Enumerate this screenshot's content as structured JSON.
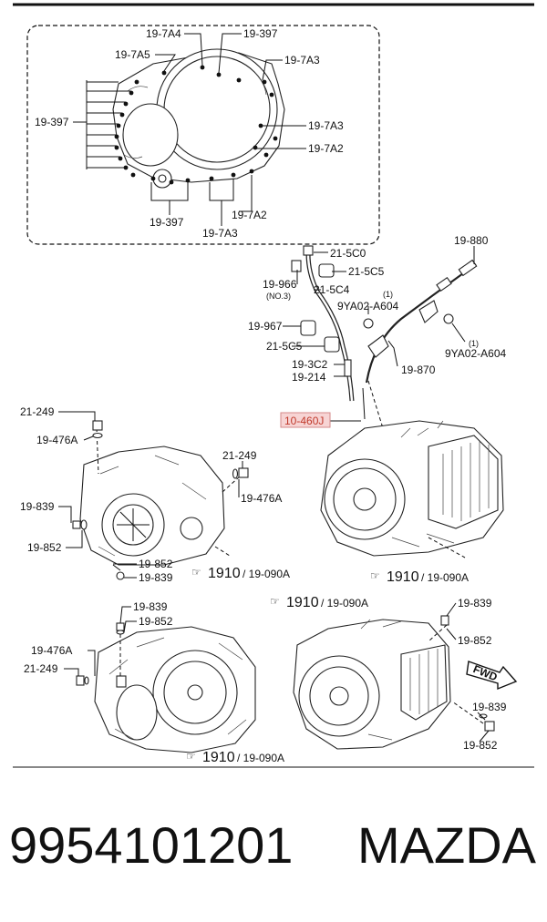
{
  "diagram": {
    "callouts_top": [
      "19-7A4",
      "19-397",
      "19-7A5",
      "19-7A3",
      "19-397",
      "19-7A3",
      "19-7A2",
      "19-397",
      "19-7A2",
      "19-7A3"
    ],
    "callouts_tube": [
      "21-5C0",
      "19-880",
      "21-5C5",
      "19-966",
      "(NO.3)",
      "21-5C4",
      "(1)",
      "9YA02-A604",
      "19-967",
      "(1)",
      "9YA02-A604",
      "21-5C5",
      "19-3C2",
      "19-870",
      "19-214"
    ],
    "highlighted": "10-460J",
    "callouts_left": [
      "21-249",
      "19-476A",
      "21-249",
      "19-476A",
      "19-839",
      "19-852",
      "19-852",
      "19-839"
    ],
    "refs": [
      {
        "num": "1910",
        "sub": "/ 19-090A"
      },
      {
        "num": "1910",
        "sub": "/ 19-090A"
      },
      {
        "num": "1910",
        "sub": "/ 19-090A"
      },
      {
        "num": "1910",
        "sub": "/ 19-090A"
      }
    ],
    "callouts_bottom": [
      "19-839",
      "19-852",
      "19-476A",
      "21-249",
      "19-839",
      "19-852",
      "19-839",
      "19-852"
    ],
    "fwd": "FWD"
  },
  "footer": {
    "part_number": "9954101201",
    "brand": "MAZDA"
  }
}
